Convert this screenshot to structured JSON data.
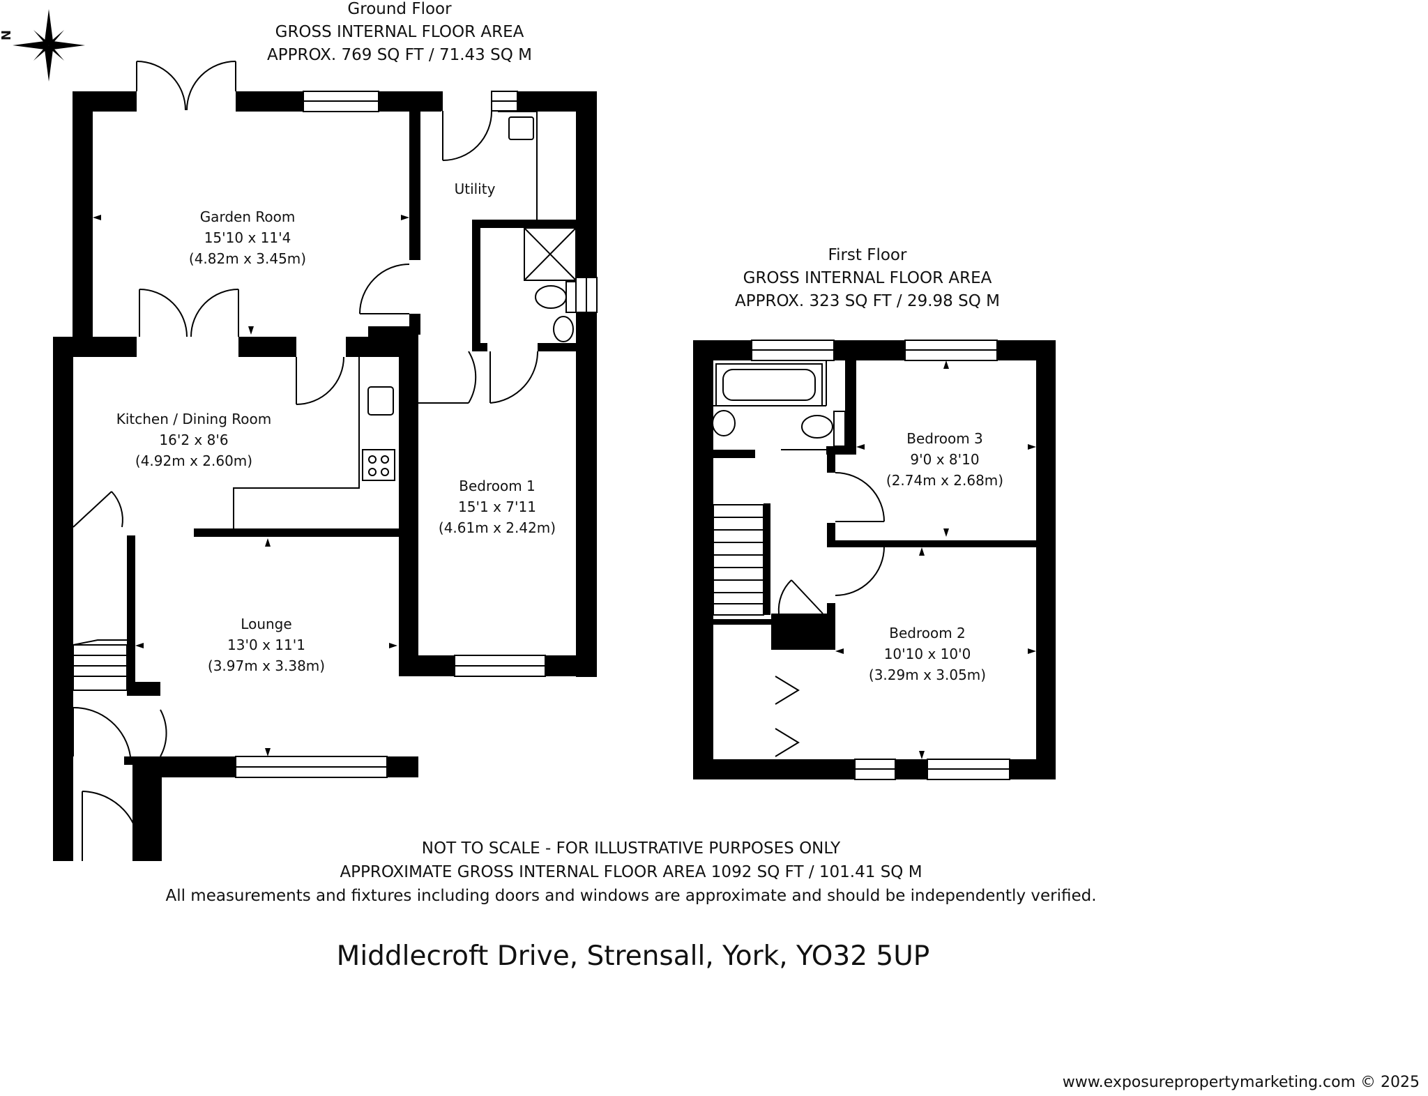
{
  "ground_floor": {
    "title": "Ground Floor",
    "area_label": "GROSS INTERNAL FLOOR AREA",
    "area_value": "APPROX. 769 SQ FT / 71.43 SQ M",
    "rooms": [
      {
        "name": "Garden Room",
        "imperial": "15'10 x 11'4",
        "metric": "(4.82m x 3.45m)"
      },
      {
        "name": "Utility",
        "imperial": "",
        "metric": ""
      },
      {
        "name": "Kitchen / Dining Room",
        "imperial": "16'2 x 8'6",
        "metric": "(4.92m x 2.60m)"
      },
      {
        "name": "Bedroom 1",
        "imperial": "15'1 x 7'11",
        "metric": "(4.61m x 2.42m)"
      },
      {
        "name": "Lounge",
        "imperial": "13'0 x 11'1",
        "metric": "(3.97m x 3.38m)"
      }
    ]
  },
  "first_floor": {
    "title": "First Floor",
    "area_label": "GROSS INTERNAL FLOOR AREA",
    "area_value": "APPROX. 323 SQ FT / 29.98 SQ M",
    "rooms": [
      {
        "name": "Bedroom 3",
        "imperial": "9'0 x 8'10",
        "metric": "(2.74m x 2.68m)"
      },
      {
        "name": "Bedroom 2",
        "imperial": "10'10 x 10'0",
        "metric": "(3.29m x 3.05m)"
      }
    ]
  },
  "compass": {
    "label": "N",
    "icon": "compass-rose-icon"
  },
  "notes": {
    "line1": "NOT TO SCALE - FOR ILLUSTRATIVE PURPOSES ONLY",
    "line2": "APPROXIMATE GROSS INTERNAL FLOOR AREA 1092 SQ FT / 101.41 SQ M",
    "line3": "All measurements and fixtures including doors and windows are approximate and should be independently verified."
  },
  "address": "Middlecroft Drive, Strensall, York, YO32 5UP",
  "website": "www.exposurepropertymarketing.com © 2025",
  "colors": {
    "wall": "#000000",
    "background": "#ffffff",
    "text": "#111111"
  }
}
